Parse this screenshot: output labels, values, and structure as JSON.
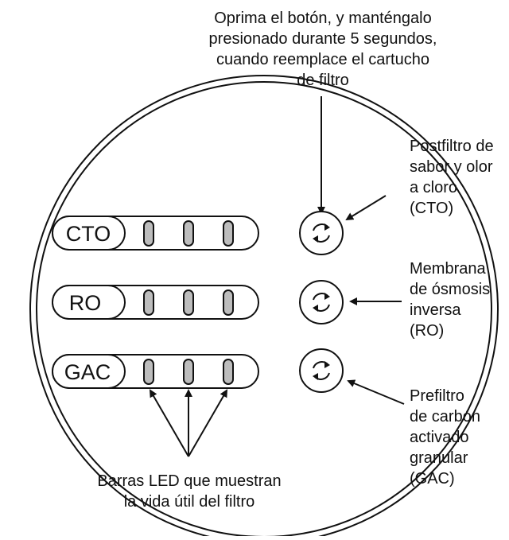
{
  "top_callout": {
    "lines": [
      "Oprima el botón, y manténgalo",
      "presionado durante 5 segundos,",
      "cuando reemplace el cartucho",
      "de filtro"
    ]
  },
  "filters": [
    {
      "code": "CTO",
      "led_count": 3,
      "description_lines": [
        "Postfiltro de",
        "sabor y olor",
        "a cloro",
        "(CTO)"
      ]
    },
    {
      "code": "RO",
      "led_count": 3,
      "description_lines": [
        "Membrana",
        "de ósmosis",
        "inversa",
        "(RO)"
      ]
    },
    {
      "code": "GAC",
      "led_count": 3,
      "description_lines": [
        "Prefiltro",
        "de carbón",
        "activado",
        "granular",
        "(GAC)"
      ]
    }
  ],
  "bottom_callout": {
    "lines": [
      "Barras LED que muestran",
      "la vida útil del filtro"
    ]
  },
  "icons": {
    "reset_button": "refresh-cycle-icon"
  },
  "colors": {
    "line": "#111111",
    "led_fill": "#bdbdbd",
    "background": "#ffffff"
  }
}
